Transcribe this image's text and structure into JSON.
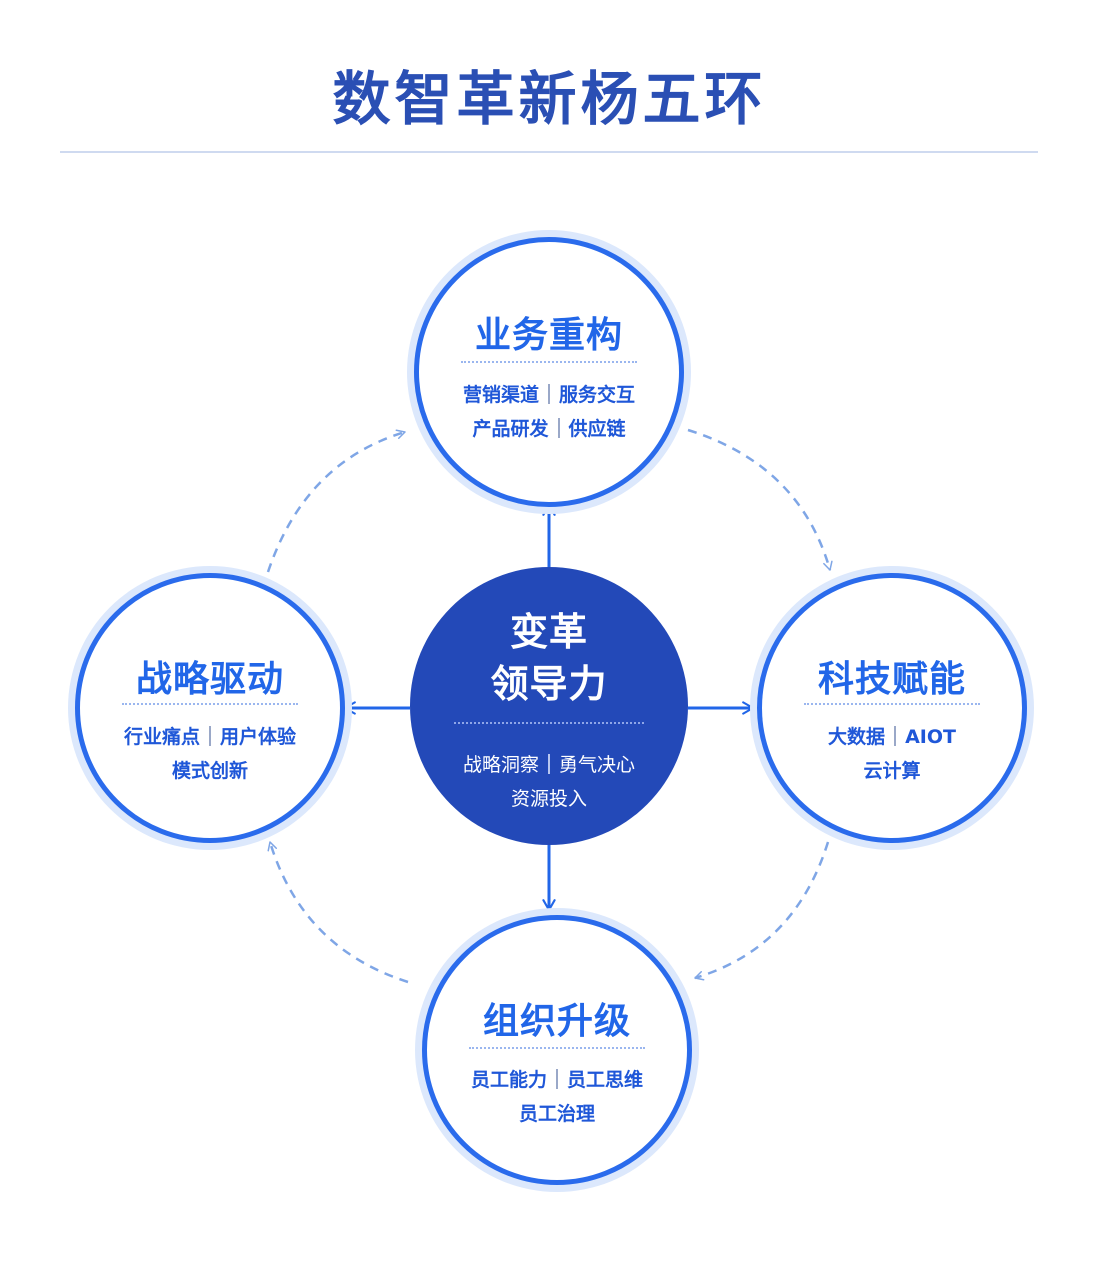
{
  "title": "数智革新杨五环",
  "colors": {
    "accent": "#2166e8",
    "center_fill": "#2349b8",
    "title": "#2a4fb4",
    "ring_glow": "#dce8fc"
  },
  "center": {
    "title_line1": "变革",
    "title_line2": "领导力",
    "sub_line1": [
      "战略洞察",
      "勇气决心"
    ],
    "sub_line2": [
      "资源投入"
    ]
  },
  "nodes": {
    "top": {
      "title": "业务重构",
      "sub_line1": [
        "营销渠道",
        "服务交互"
      ],
      "sub_line2": [
        "产品研发",
        "供应链"
      ]
    },
    "right": {
      "title": "科技赋能",
      "sub_line1": [
        "大数据",
        "AIOT"
      ],
      "sub_line2": [
        "云计算"
      ]
    },
    "bottom": {
      "title": "组织升级",
      "sub_line1": [
        "员工能力",
        "员工思维"
      ],
      "sub_line2": [
        "员工治理"
      ]
    },
    "left": {
      "title": "战略驱动",
      "sub_line1": [
        "行业痛点",
        "用户体验"
      ],
      "sub_line2": [
        "模式创新"
      ]
    }
  }
}
